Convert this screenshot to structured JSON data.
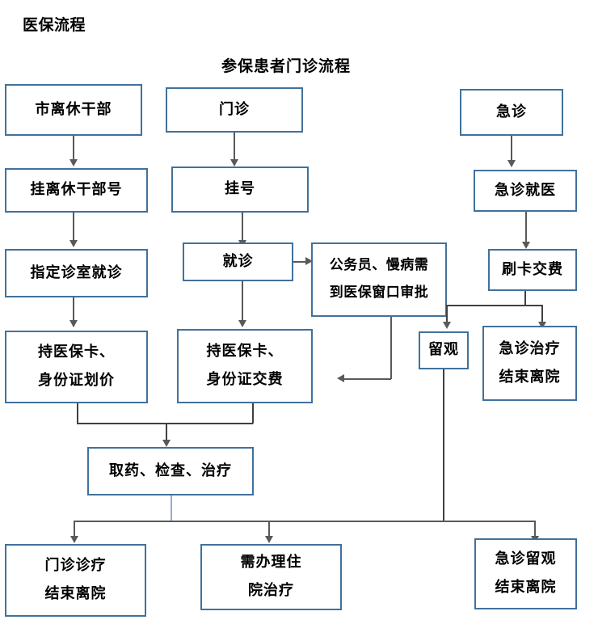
{
  "page": {
    "title": "医保流程",
    "subtitle": "参保患者门诊流程",
    "colors": {
      "box_border": "#41719c",
      "connector": "#595959",
      "connector_blue": "#8faadc",
      "text": "#000000",
      "background": "#ffffff"
    }
  },
  "nodes": {
    "shilixiu": {
      "label": "市离休干部"
    },
    "menzhen": {
      "label": "门诊"
    },
    "jizhen": {
      "label": "急诊"
    },
    "gualixiuhao": {
      "label": "挂离休干部号"
    },
    "guahao": {
      "label": "挂号"
    },
    "jizhenjiuyi": {
      "label": "急诊就医"
    },
    "zhidingzhenshi": {
      "label": "指定诊室就诊"
    },
    "jiuzhen": {
      "label": "就诊"
    },
    "gongwuyuan": {
      "line1": "公务员、慢病需",
      "line2": "到医保窗口审批"
    },
    "shuakajiaofei": {
      "label": "刷卡交费"
    },
    "huajia": {
      "line1": "持医保卡、",
      "line2": "身份证划价"
    },
    "jiaofei": {
      "line1": "持医保卡、",
      "line2": "身份证交费"
    },
    "liuguan": {
      "label": "留观"
    },
    "jizhenzhiliao": {
      "line1": "急诊治疗",
      "line2": "结束离院"
    },
    "quyao": {
      "label": "取药、检查、治疗"
    },
    "menzhenzhenliao": {
      "line1": "门诊诊疗",
      "line2": "结束离院"
    },
    "xubanlizhuyuan": {
      "line1": "需办理住",
      "line2": "院治疗"
    },
    "jizhenliuguan": {
      "line1": "急诊留观",
      "line2": "结束离院"
    }
  },
  "flow_edges": [
    {
      "from": "shilixiu",
      "to": "gualixiuhao",
      "type": "down-arrow"
    },
    {
      "from": "gualixiuhao",
      "to": "zhidingzhenshi",
      "type": "down-arrow"
    },
    {
      "from": "zhidingzhenshi",
      "to": "huajia",
      "type": "down-arrow"
    },
    {
      "from": "menzhen",
      "to": "guahao",
      "type": "down-arrow"
    },
    {
      "from": "guahao",
      "to": "jiuzhen",
      "type": "down-arrow"
    },
    {
      "from": "jiuzhen",
      "to": "gongwuyuan",
      "type": "right-arrow"
    },
    {
      "from": "jiuzhen",
      "to": "jiaofei",
      "type": "down-arrow"
    },
    {
      "from": "gongwuyuan",
      "to": "jiaofei",
      "type": "elbow-left-arrow"
    },
    {
      "from": "jizhen",
      "to": "jizhenjiuyi",
      "type": "down-arrow"
    },
    {
      "from": "jizhenjiuyi",
      "to": "shuakajiaofei",
      "type": "down-arrow"
    },
    {
      "from": "shuakajiaofei",
      "to": "liuguan",
      "type": "split-down-arrow"
    },
    {
      "from": "shuakajiaofei",
      "to": "jizhenzhiliao",
      "type": "split-down-arrow"
    },
    {
      "from": "huajia",
      "to": "quyao",
      "type": "merge-down-arrow"
    },
    {
      "from": "jiaofei",
      "to": "quyao",
      "type": "merge-down-arrow"
    },
    {
      "from": "quyao",
      "to": "menzhenzhenliao",
      "type": "split-down-arrow"
    },
    {
      "from": "quyao",
      "to": "xubanlizhuyuan",
      "type": "split-down-arrow"
    },
    {
      "from": "liuguan",
      "to": "jizhenliuguan",
      "type": "split-down-arrow"
    }
  ]
}
